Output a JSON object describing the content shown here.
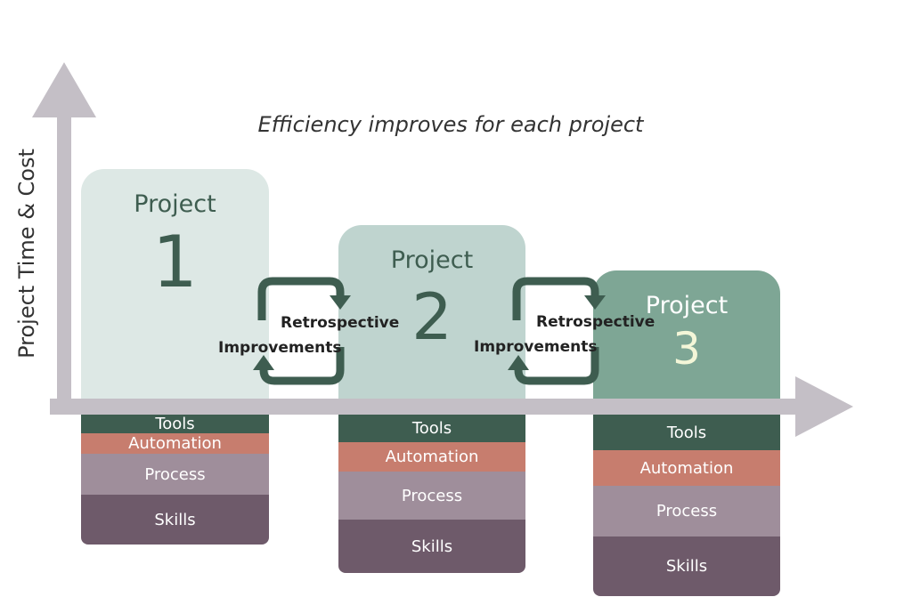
{
  "title": "Efficiency improves for each project",
  "y_axis_label": "Project Time & Cost",
  "projects": [
    {
      "label": "Project",
      "number": "1",
      "layers": [
        "Tools",
        "Automation",
        "Process",
        "Skills"
      ]
    },
    {
      "label": "Project",
      "number": "2",
      "layers": [
        "Tools",
        "Automation",
        "Process",
        "Skills"
      ]
    },
    {
      "label": "Project",
      "number": "3",
      "layers": [
        "Tools",
        "Automation",
        "Process",
        "Skills"
      ]
    }
  ],
  "cycles": [
    {
      "top_label": "Retrospective",
      "bottom_label": "Improvements"
    },
    {
      "top_label": "Retrospective",
      "bottom_label": "Improvements"
    }
  ],
  "colors": {
    "axis": "#c4bfc6",
    "tools": "#3e5d50",
    "automation": "#c77d6e",
    "process": "#9f8e9b",
    "skills": "#6e5a6a",
    "cycle_arrow": "#3e5d50",
    "project_1_fill": "#dde8e5",
    "project_2_fill": "#bfd4cf",
    "project_3_fill": "#7ea695"
  }
}
